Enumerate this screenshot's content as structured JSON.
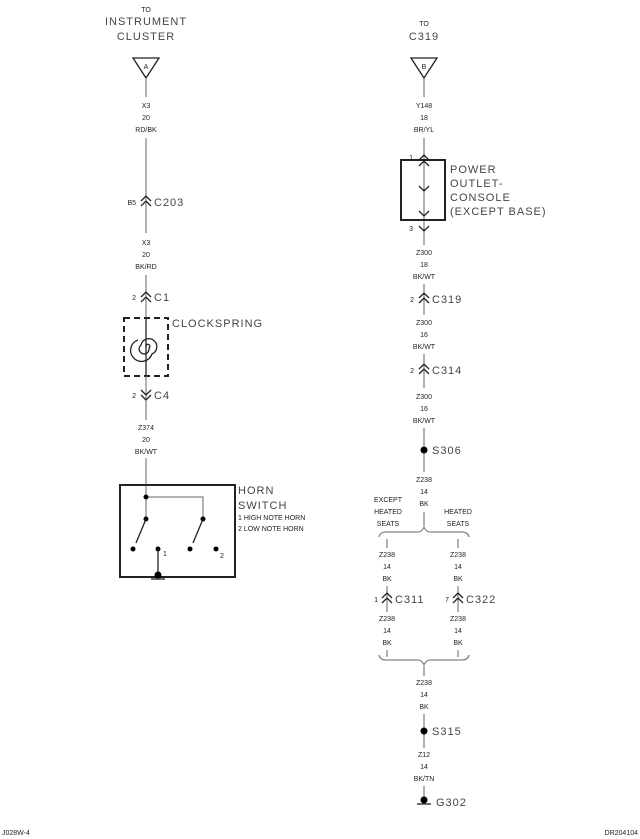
{
  "left": {
    "dest_to": "TO",
    "dest_line1": "INSTRUMENT",
    "dest_line2": "CLUSTER",
    "dest_marker": "A",
    "wire1": [
      "X3",
      "20",
      "RD/BK"
    ],
    "c203": {
      "pin": "B5",
      "name": "C203"
    },
    "wire2": [
      "X3",
      "20",
      "BK/RD"
    ],
    "c1": {
      "pin": "2",
      "name": "C1"
    },
    "clockspring": "CLOCKSPRING",
    "c4": {
      "pin": "2",
      "name": "C4"
    },
    "wire3": [
      "Z374",
      "20",
      "BK/WT"
    ],
    "horn": {
      "title1": "HORN",
      "title2": "SWITCH",
      "legend1": "1 HIGH NOTE HORN",
      "legend2": "2 LOW NOTE HORN",
      "contact1": "1",
      "contact2": "2"
    }
  },
  "right": {
    "dest_to": "TO",
    "dest_line1": "C319",
    "dest_marker": "B",
    "wire1": [
      "Y148",
      "18",
      "BR/YL"
    ],
    "outlet": {
      "pin_top": "1",
      "pin_bottom": "3",
      "line1": "POWER",
      "line2": "OUTLET-",
      "line3": "CONSOLE",
      "line4": "(EXCEPT BASE)"
    },
    "wire2": [
      "Z300",
      "18",
      "BK/WT"
    ],
    "c319": {
      "pin": "2",
      "name": "C319"
    },
    "wire3": [
      "Z300",
      "16",
      "BK/WT"
    ],
    "c314": {
      "pin": "2",
      "name": "C314"
    },
    "wire4": [
      "Z300",
      "16",
      "BK/WT"
    ],
    "s306": "S306",
    "wire5": [
      "Z238",
      "14",
      "BK"
    ],
    "branch_left": [
      "EXCEPT",
      "HEATED",
      "SEATS"
    ],
    "branch_right": [
      "HEATED",
      "SEATS"
    ],
    "wire6a": [
      "Z238",
      "14",
      "BK"
    ],
    "wire6b": [
      "Z238",
      "14",
      "BK"
    ],
    "c311": {
      "pin": "1",
      "name": "C311"
    },
    "c322": {
      "pin": "7",
      "name": "C322"
    },
    "wire7a": [
      "Z238",
      "14",
      "BK"
    ],
    "wire7b": [
      "Z238",
      "14",
      "BK"
    ],
    "wire8": [
      "Z238",
      "14",
      "BK"
    ],
    "s315": "S315",
    "wire9": [
      "Z12",
      "14",
      "BK/TN"
    ],
    "g302": "G302"
  },
  "footer": {
    "left": "J028W-4",
    "right": "DR204104"
  }
}
